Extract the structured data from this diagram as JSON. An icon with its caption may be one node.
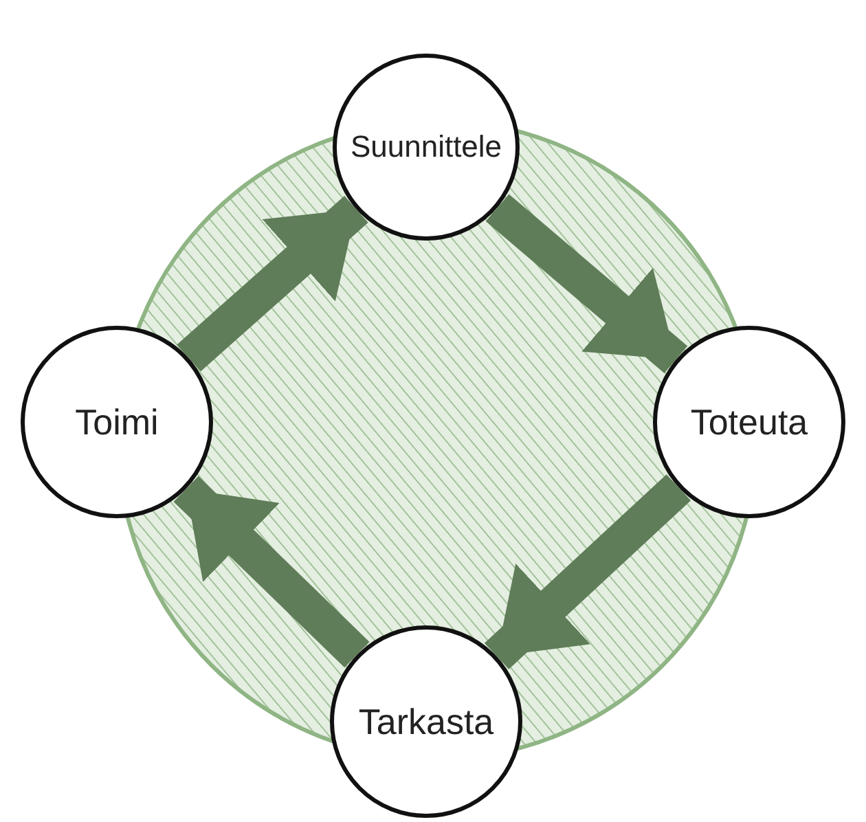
{
  "diagram": {
    "nodes": [
      {
        "text": [
          "Suunnittele"
        ]
      },
      {
        "text": [
          "Toteuta"
        ]
      },
      {
        "text": [
          "Tarkasta"
        ]
      },
      {
        "text": [
          "Toimi"
        ]
      }
    ],
    "edges": [
      {
        "from": 0,
        "to": 1,
        "arrow": "to"
      },
      {
        "from": 1,
        "to": 2,
        "arrow": "to"
      },
      {
        "from": 2,
        "to": 3,
        "arrow": "to"
      },
      {
        "from": 3,
        "to": 0,
        "arrow": "to"
      }
    ]
  }
}
